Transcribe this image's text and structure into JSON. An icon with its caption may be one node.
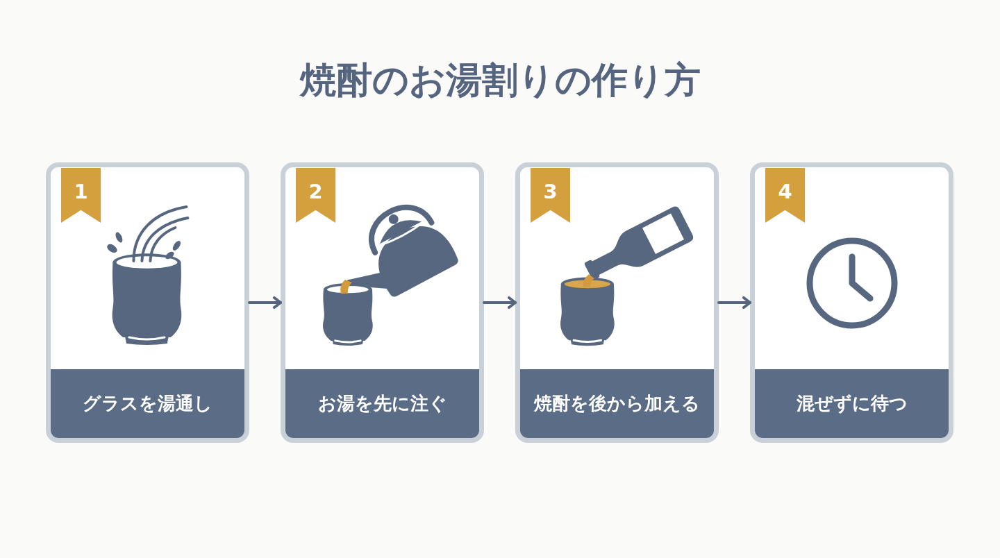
{
  "diagram": {
    "title": "焼酎のお湯割りの作り方",
    "nodes": [
      {
        "text": [
          "1",
          "グラスを湯通し"
        ]
      },
      {
        "text": [
          "2",
          "お湯を先に注ぐ"
        ]
      },
      {
        "text": [
          "3",
          "焼酎を後から加える"
        ]
      },
      {
        "text": [
          "4",
          "混ぜずに待つ"
        ]
      }
    ],
    "edges": [
      {
        "from": 0,
        "to": 1,
        "arrow": "to"
      },
      {
        "from": 1,
        "to": 2,
        "arrow": "to"
      },
      {
        "from": 2,
        "to": 3,
        "arrow": "to"
      }
    ]
  }
}
